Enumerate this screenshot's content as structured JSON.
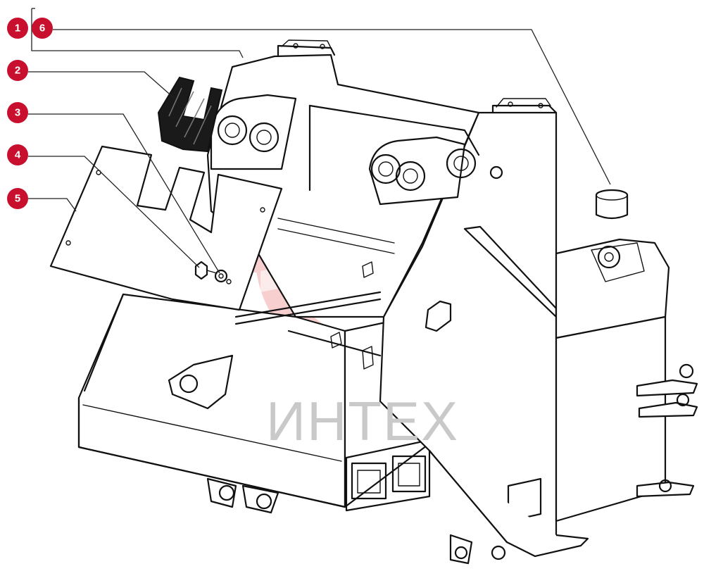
{
  "callouts": [
    {
      "id": "1",
      "label": "1"
    },
    {
      "id": "2",
      "label": "2"
    },
    {
      "id": "3",
      "label": "3"
    },
    {
      "id": "4",
      "label": "4"
    },
    {
      "id": "5",
      "label": "5"
    },
    {
      "id": "6",
      "label": "6"
    }
  ],
  "watermark": {
    "text": "ИНТЕХ",
    "gear_color": "#f4b8b8",
    "text_color": "#c9c9c9"
  },
  "colors": {
    "badge": "#c8102e",
    "line": "#111111",
    "background": "#ffffff"
  }
}
